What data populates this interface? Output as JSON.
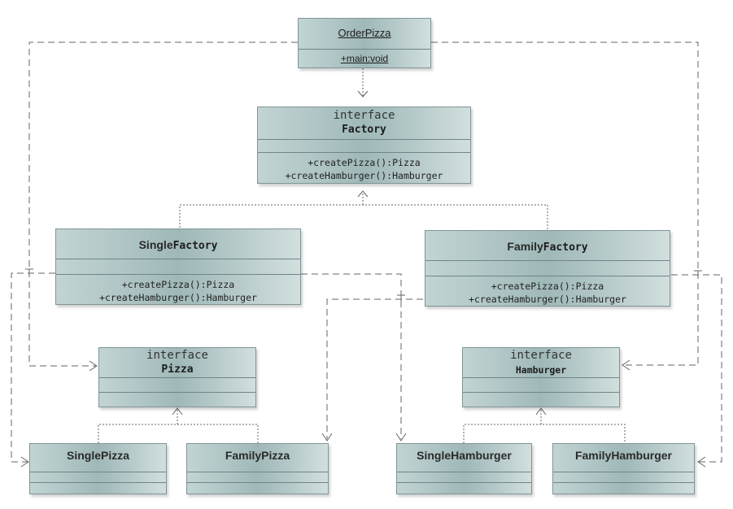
{
  "classes": {
    "order_pizza": {
      "name": "OrderPizza",
      "operations": [
        "+main:void"
      ]
    },
    "factory": {
      "stereotype": "interface",
      "name": "Factory",
      "operations": [
        "+createPizza():Pizza",
        "+createHamburger():Hamburger"
      ]
    },
    "single_factory": {
      "name_prefix": "Single",
      "name_suffix": "Factory",
      "operations": [
        "+createPizza():Pizza",
        "+createHamburger():Hamburger"
      ]
    },
    "family_factory": {
      "name_prefix": "Family",
      "name_suffix": "Factory",
      "operations": [
        "+createPizza():Pizza",
        "+createHamburger():Hamburger"
      ]
    },
    "pizza": {
      "stereotype": "interface",
      "name": "Pizza"
    },
    "hamburger": {
      "stereotype": "interface",
      "name": "Hamburger"
    },
    "single_pizza": {
      "name": "SinglePizza"
    },
    "family_pizza": {
      "name": "FamilyPizza"
    },
    "single_hamburger": {
      "name": "SingleHamburger"
    },
    "family_hamburger": {
      "name": "FamilyHamburger"
    }
  },
  "colors": {
    "box_fill": "#a9c0c0",
    "box_border": "#7f9597",
    "line": "#666666"
  }
}
